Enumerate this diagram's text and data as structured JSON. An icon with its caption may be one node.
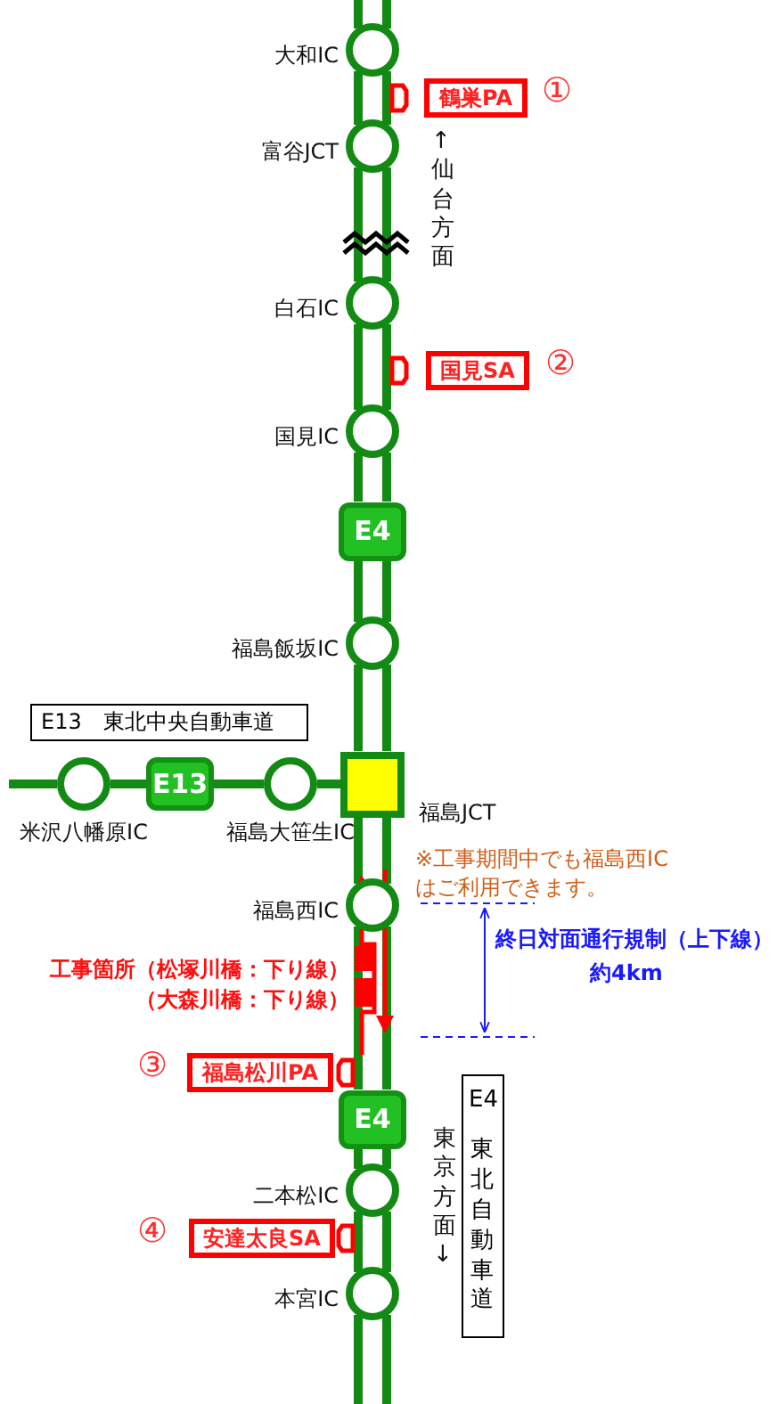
{
  "diagram": {
    "nodes": [
      {
        "text": [],
        "shape": "circle",
        "beside": [
          "大和IC"
        ]
      },
      {
        "text": [
          "鶴巣PA"
        ],
        "beside": [
          "①"
        ]
      },
      {
        "text": [],
        "shape": "circle",
        "beside": [
          "富谷JCT"
        ]
      },
      {
        "text": [],
        "shape": "circle",
        "beside": [
          "白石IC"
        ]
      },
      {
        "text": [
          "国見SA"
        ],
        "beside": [
          "②"
        ]
      },
      {
        "text": [],
        "shape": "circle",
        "beside": [
          "国見IC"
        ]
      },
      {
        "text": [
          "E4"
        ]
      },
      {
        "text": [],
        "shape": "circle",
        "beside": [
          "福島飯坂IC"
        ]
      },
      {
        "text": [
          "E13　東北中央自動車道"
        ]
      },
      {
        "text": [],
        "shape": "circle",
        "beside": [
          "米沢八幡原IC"
        ]
      },
      {
        "text": [
          "E13"
        ]
      },
      {
        "text": [],
        "shape": "circle",
        "beside": [
          "福島大笹生IC"
        ]
      },
      {
        "text": [],
        "shape": "box",
        "beside": [
          "福島JCT"
        ]
      },
      {
        "text": [],
        "shape": "circle",
        "beside": [
          "福島西IC"
        ]
      },
      {
        "text": [
          "福島松川PA"
        ],
        "beside": [
          "③"
        ]
      },
      {
        "text": [
          "E4"
        ]
      },
      {
        "text": [
          "E4",
          "東北自動車道"
        ]
      },
      {
        "text": [],
        "shape": "circle",
        "beside": [
          "二本松IC"
        ]
      },
      {
        "text": [
          "安達太良SA"
        ],
        "beside": [
          "④"
        ]
      },
      {
        "text": [],
        "shape": "circle",
        "beside": [
          "本宮IC"
        ]
      }
    ],
    "edges": [
      {
        "from": null,
        "to": 0,
        "arrow": "none"
      },
      {
        "from": 0,
        "to": 2,
        "arrow": "none"
      },
      {
        "from": 2,
        "to": 3,
        "arrow": "none"
      },
      {
        "from": 3,
        "to": 5,
        "arrow": "none"
      },
      {
        "from": 5,
        "to": 6,
        "arrow": "none"
      },
      {
        "from": 6,
        "to": 7,
        "arrow": "none"
      },
      {
        "from": 7,
        "to": 12,
        "arrow": "none"
      },
      {
        "from": 12,
        "to": 13,
        "arrow": "none"
      },
      {
        "from": 13,
        "to": 15,
        "arrow": "none"
      },
      {
        "from": 15,
        "to": 17,
        "arrow": "none"
      },
      {
        "from": 17,
        "to": 19,
        "arrow": "none"
      },
      {
        "from": 19,
        "to": null,
        "arrow": "none"
      },
      {
        "from": null,
        "to": 9,
        "arrow": "none"
      },
      {
        "from": 9,
        "to": 10,
        "arrow": "none"
      },
      {
        "from": 10,
        "to": 11,
        "arrow": "none"
      },
      {
        "from": 11,
        "to": 12,
        "arrow": "none"
      }
    ],
    "labels": [
      "↑仙台方面",
      "※工事期間中でも福島西IC はご利用できます。",
      "終日対面通行規制（上下線）",
      "約4km",
      "工事箇所（松塚川橋：下り線）",
      "（大森川橋：下り線）",
      "東京方面↓"
    ]
  }
}
